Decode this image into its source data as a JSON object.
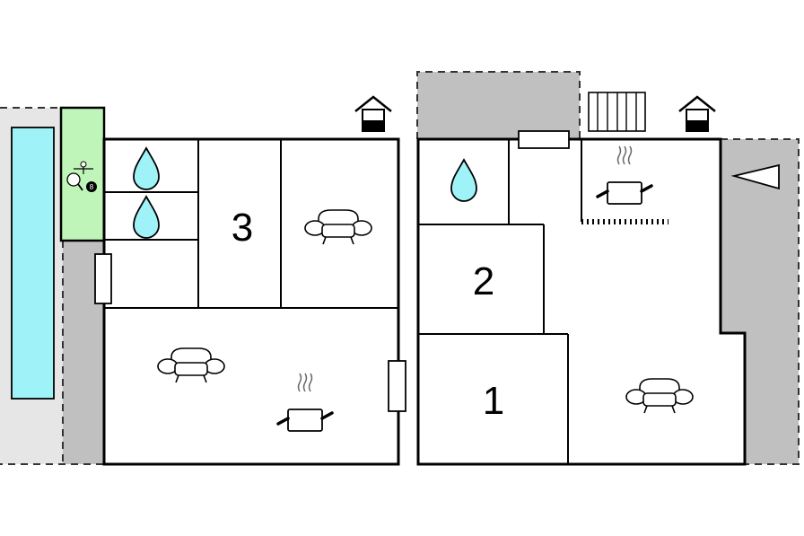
{
  "colors": {
    "outdoor_gray": "#c0c0c0",
    "terrace_light": "#e6e6e6",
    "pool": "#9ff3f8",
    "games_area": "#bff5b8",
    "water": "#9ff3f8",
    "wall": "#000000"
  },
  "rooms": {
    "room_3": "3",
    "room_2": "2",
    "room_1": "1"
  },
  "icons": {
    "pool": "swimming-pool",
    "games": "games-room-icon",
    "bathroom": "water-drop-icon",
    "sofa": "sofa-icon",
    "kitchen": "cooking-pot-icon",
    "house": "house-entrance-icon",
    "fence": "fence-icon",
    "direction": "direction-arrow-icon"
  }
}
